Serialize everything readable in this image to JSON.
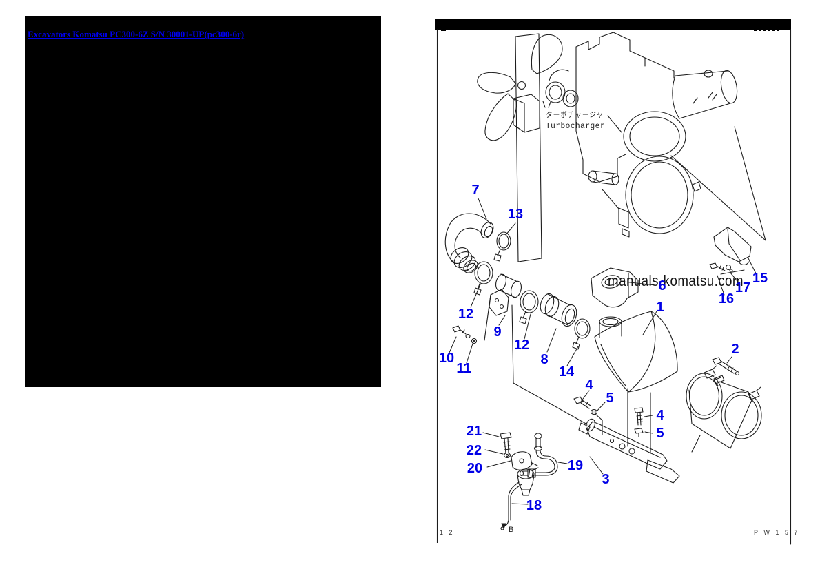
{
  "page": {
    "background": "#ffffff"
  },
  "left_panel": {
    "background": "#000000",
    "link_label": "Excavators Komatsu PC300-6Z S/N 30001-UP(pc300-6r)",
    "link_color": "#0000ee"
  },
  "diagram": {
    "line_color": "#1c1c1c",
    "callout_color": "#0000e6",
    "watermark": "manuals-komatsu.com",
    "watermark_color": "#151515",
    "label_turbocharger_jp": "ターボチャージャ",
    "label_turbocharger_en": "Turbocharger",
    "footer_left": "1 2",
    "footer_right": "P W 1 5 7",
    "view_marker": "B",
    "callouts": [
      {
        "n": "7"
      },
      {
        "n": "13"
      },
      {
        "n": "12"
      },
      {
        "n": "9"
      },
      {
        "n": "10"
      },
      {
        "n": "11"
      },
      {
        "n": "12"
      },
      {
        "n": "8"
      },
      {
        "n": "14"
      },
      {
        "n": "6"
      },
      {
        "n": "1"
      },
      {
        "n": "15"
      },
      {
        "n": "17"
      },
      {
        "n": "16"
      },
      {
        "n": "2"
      },
      {
        "n": "4"
      },
      {
        "n": "5"
      },
      {
        "n": "4"
      },
      {
        "n": "5"
      },
      {
        "n": "3"
      },
      {
        "n": "21"
      },
      {
        "n": "22"
      },
      {
        "n": "20"
      },
      {
        "n": "19"
      },
      {
        "n": "18"
      }
    ]
  }
}
